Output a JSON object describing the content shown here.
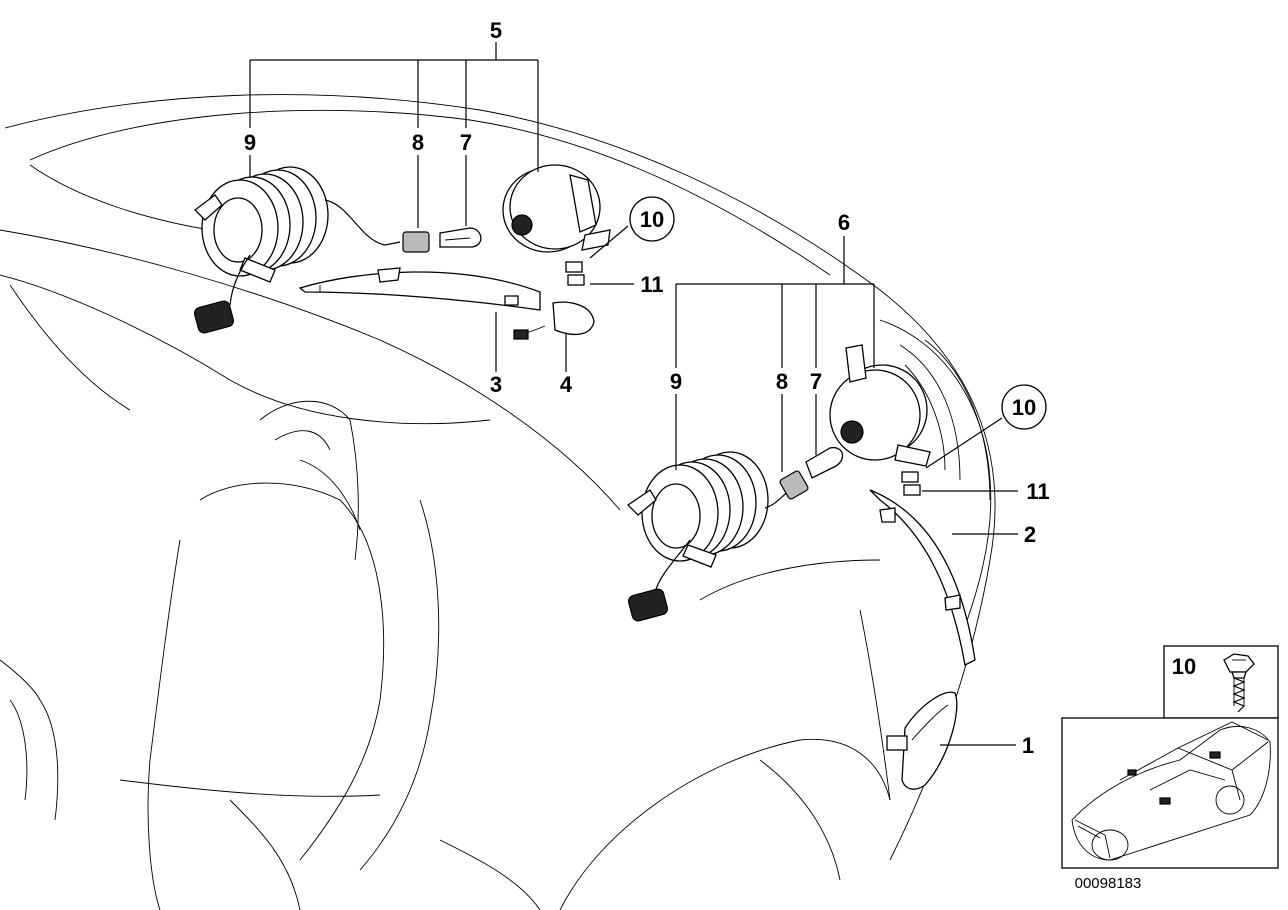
{
  "diagram": {
    "callouts": {
      "c1": "1",
      "c2": "2",
      "c3": "3",
      "c4": "4",
      "c5": "5",
      "c6": "6",
      "c7a": "7",
      "c7b": "7",
      "c8a": "8",
      "c8b": "8",
      "c9a": "9",
      "c9b": "9",
      "c10a": "10",
      "c10b": "10",
      "c11a": "11",
      "c11b": "11"
    },
    "inset": {
      "screw_label": "10"
    },
    "drawing_code": "00098183"
  }
}
